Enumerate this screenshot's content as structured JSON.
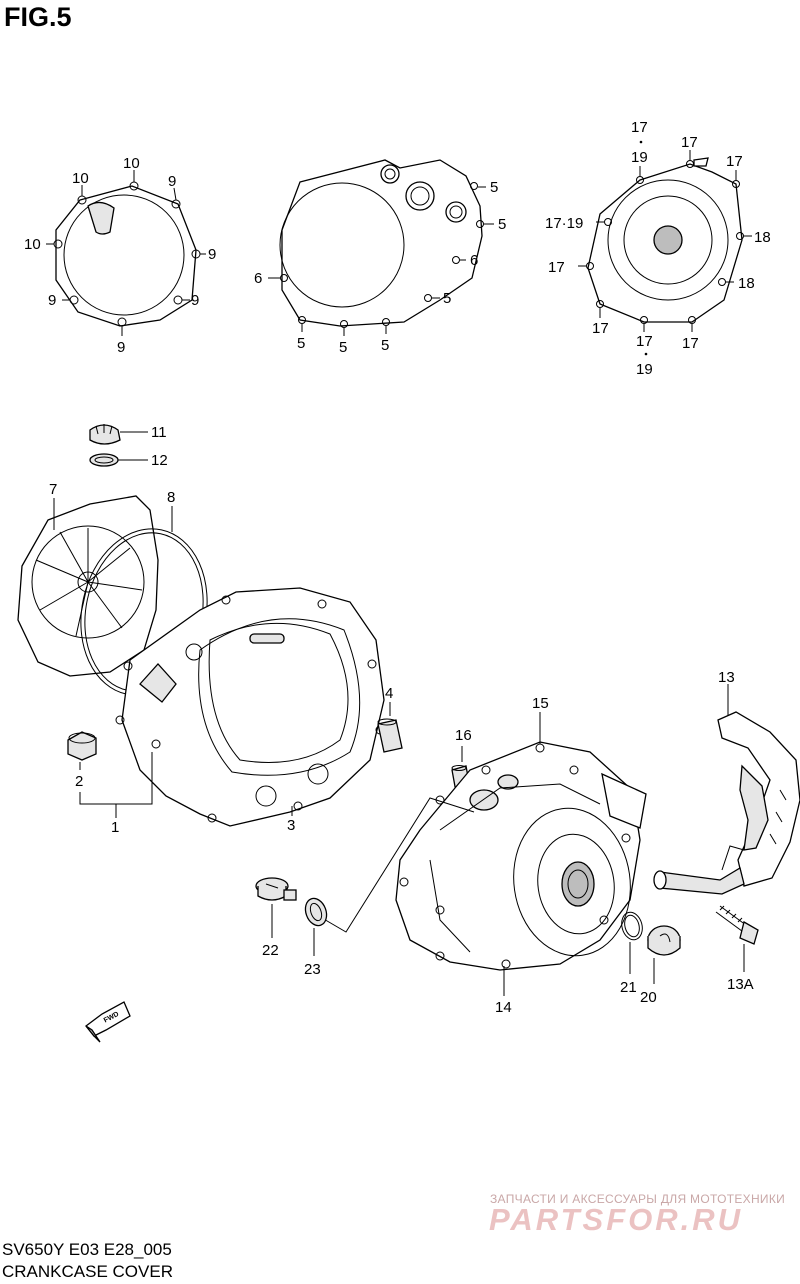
{
  "figure": {
    "title": "FIG.5"
  },
  "parts": {
    "p1": "1",
    "p2": "2",
    "p3": "3",
    "p4": "4",
    "p5": "5",
    "p6": "6",
    "p7": "7",
    "p8": "8",
    "p9": "9",
    "p10": "10",
    "p11": "11",
    "p12": "12",
    "p13": "13",
    "p13a": "13A",
    "p14": "14",
    "p15": "15",
    "p16": "16",
    "p17": "17",
    "p17_19": "17·19",
    "p18": "18",
    "p19": "19",
    "p20": "20",
    "p21": "21",
    "p22": "22",
    "p23": "23"
  },
  "direction_arrow": {
    "label": "FWD"
  },
  "footer": {
    "model_code": "SV650Y  E03  E28_005",
    "caption": "CRANKCASE COVER"
  },
  "watermark": {
    "tagline": "ЗАПЧАСТИ И АКСЕССУАРЫ ДЛЯ МОТОТЕХНИКИ",
    "brand": "PARTSFOR.RU"
  },
  "colors": {
    "line": "#000000",
    "background": "#ffffff",
    "watermark": "#e8bcbc"
  }
}
